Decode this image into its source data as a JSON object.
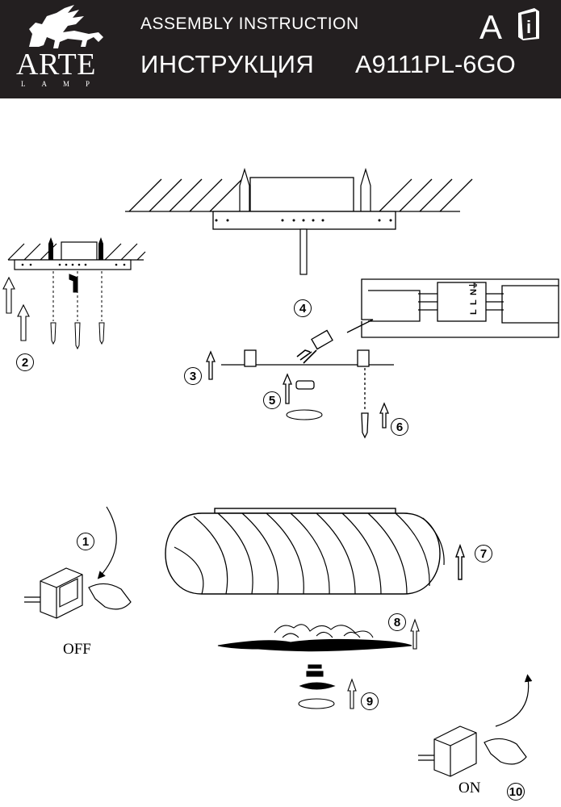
{
  "header": {
    "title_en": "ASSEMBLY INSTRUCTION",
    "title_ru": "ИНСТРУКЦИЯ",
    "model": "A9111PL-6GO",
    "lang_letter": "A",
    "logo_word": "ARTE",
    "logo_sub": "LAMP",
    "info_glyph": "i"
  },
  "steps": [
    "1",
    "2",
    "3",
    "4",
    "5",
    "6",
    "7",
    "8",
    "9",
    "10"
  ],
  "terminal_labels": [
    "N",
    "L",
    "L",
    "⏚"
  ],
  "switch_off_label": "OFF",
  "switch_on_label": "ON"
}
